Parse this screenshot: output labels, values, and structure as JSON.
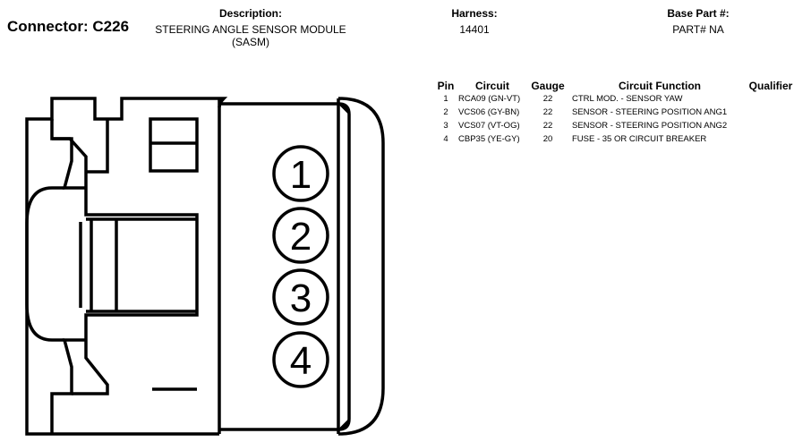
{
  "header": {
    "connector": "Connector: C226",
    "description_label": "Description:",
    "description": "STEERING ANGLE SENSOR MODULE (SASM)",
    "harness_label": "Harness:",
    "harness": "14401",
    "base_part_label": "Base Part #:",
    "base_part": "PART# NA"
  },
  "table": {
    "columns": [
      "Pin",
      "Circuit",
      "Gauge",
      "Circuit Function",
      "Qualifier"
    ],
    "rows": [
      {
        "pin": "1",
        "circuit": "RCA09 (GN-VT)",
        "gauge": "22",
        "function": "CTRL MOD. - SENSOR YAW",
        "qualifier": ""
      },
      {
        "pin": "2",
        "circuit": "VCS06 (GY-BN)",
        "gauge": "22",
        "function": "SENSOR - STEERING POSITION ANG1",
        "qualifier": ""
      },
      {
        "pin": "3",
        "circuit": "VCS07 (VT-OG)",
        "gauge": "22",
        "function": "SENSOR - STEERING POSITION ANG2",
        "qualifier": ""
      },
      {
        "pin": "4",
        "circuit": "CBP35 (YE-GY)",
        "gauge": "20",
        "function": "FUSE - 35 OR CIRCUIT BREAKER",
        "qualifier": ""
      }
    ]
  },
  "diagram": {
    "pins": [
      "1",
      "2",
      "3",
      "4"
    ]
  }
}
